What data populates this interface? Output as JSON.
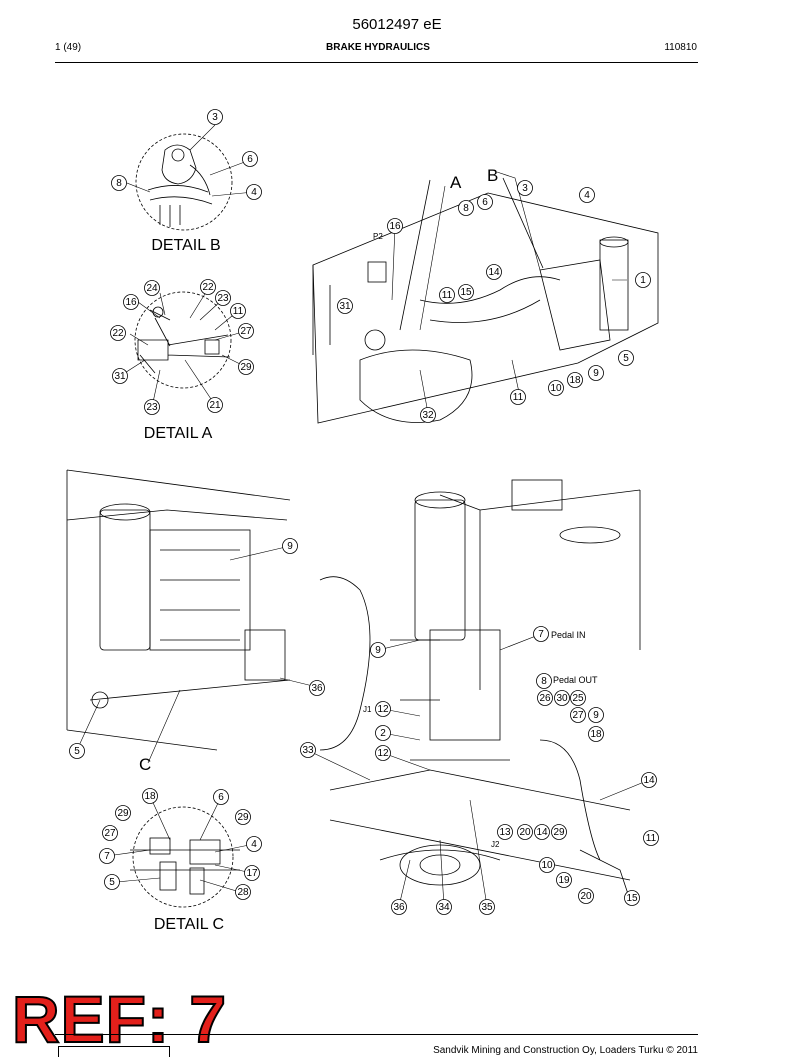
{
  "header": {
    "doc_number": "56012497 eE",
    "page": "1 (49)",
    "title": "BRAKE HYDRAULICS",
    "date_code": "110810"
  },
  "details": {
    "detail_b": "DETAIL B",
    "detail_a": "DETAIL A",
    "detail_c": "DETAIL C"
  },
  "letters": {
    "a": "A",
    "b": "B",
    "c": "C"
  },
  "labels": {
    "p2": "P2",
    "j1": "J1",
    "j2": "J2",
    "pedal_in": "Pedal IN",
    "pedal_out": "Pedal OUT"
  },
  "callouts": [
    "3",
    "6",
    "4",
    "8",
    "24",
    "22",
    "23",
    "16",
    "11",
    "22",
    "27",
    "31",
    "29",
    "23",
    "21",
    "3",
    "4",
    "6",
    "8",
    "16",
    "14",
    "15",
    "11",
    "31",
    "1",
    "5",
    "9",
    "18",
    "10",
    "11",
    "32",
    "9",
    "36",
    "5",
    "7",
    "9",
    "8",
    "26",
    "30",
    "25",
    "27",
    "9",
    "12",
    "2",
    "18",
    "12",
    "33",
    "14",
    "11",
    "13",
    "20",
    "14",
    "29",
    "10",
    "19",
    "20",
    "15",
    "36",
    "34",
    "35",
    "18",
    "6",
    "29",
    "29",
    "27",
    "4",
    "7",
    "17",
    "5",
    "28"
  ],
  "watermark": "REF: 7",
  "footer": {
    "copyright": "Sandvik Mining and Construction Oy, Loaders Turku © 2011"
  }
}
